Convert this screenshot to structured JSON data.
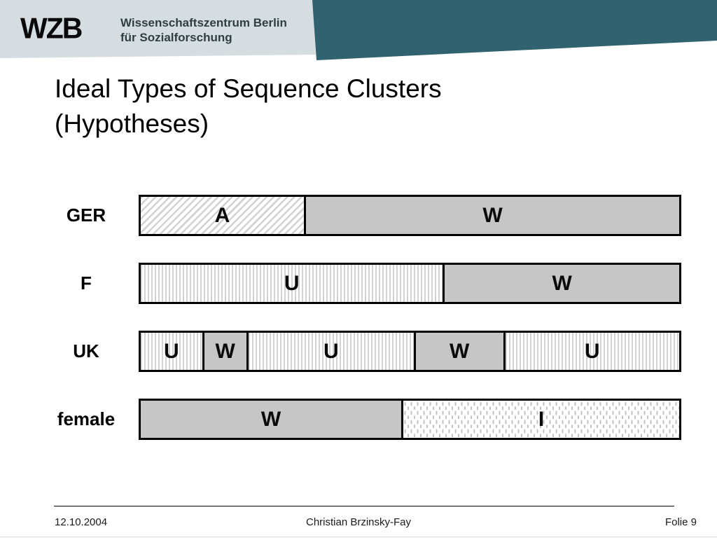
{
  "slide": {
    "header": {
      "logo": "WZB",
      "org_line1": "Wissenschaftszentrum Berlin",
      "org_line2": "für Sozialforschung"
    },
    "title_line1": "Ideal Types of Sequence Clusters",
    "title_line2": "(Hypotheses)",
    "footer": {
      "date": "12.10.2004",
      "author": "Christian Brzinsky-Fay",
      "page_label": "Folie 9"
    }
  },
  "chart_data": {
    "type": "sequence-bars",
    "description": "Four horizontal ideal-type sequence bars; segment letters denote states, fills are patterns",
    "rows": [
      {
        "label": "GER",
        "segments": [
          {
            "state": "A",
            "pattern": "hatch",
            "width_pct": 30.3
          },
          {
            "state": "W",
            "pattern": "gray",
            "width_pct": 69.7
          }
        ]
      },
      {
        "label": "F",
        "segments": [
          {
            "state": "U",
            "pattern": "vstripes",
            "width_pct": 56.1
          },
          {
            "state": "W",
            "pattern": "gray",
            "width_pct": 43.9
          }
        ]
      },
      {
        "label": "UK",
        "segments": [
          {
            "state": "U",
            "pattern": "vstripes",
            "width_pct": 11.4
          },
          {
            "state": "W",
            "pattern": "gray",
            "width_pct": 8.2
          },
          {
            "state": "U",
            "pattern": "vstripes",
            "width_pct": 31.1
          },
          {
            "state": "W",
            "pattern": "gray",
            "width_pct": 16.6
          },
          {
            "state": "U",
            "pattern": "vstripes",
            "width_pct": 32.7
          }
        ]
      },
      {
        "label": "female",
        "segments": [
          {
            "state": "W",
            "pattern": "gray",
            "width_pct": 48.4
          },
          {
            "state": "I",
            "pattern": "dots",
            "width_pct": 51.6
          }
        ]
      }
    ],
    "pattern_styles": {
      "gray": "solid light gray fill",
      "hatch": "thin light-gray diagonal hatch on white",
      "vstripes": "thin light-gray vertical stripes on white",
      "dots": "staggered light-gray vertical dashes on white"
    },
    "colors": {
      "segment_gray": "#c6c6c6",
      "pattern_line": "#d2d2d2",
      "border": "#000000",
      "header_band": "#d6dde0",
      "accent_teal": "#30626f"
    },
    "legend_position": "none"
  }
}
